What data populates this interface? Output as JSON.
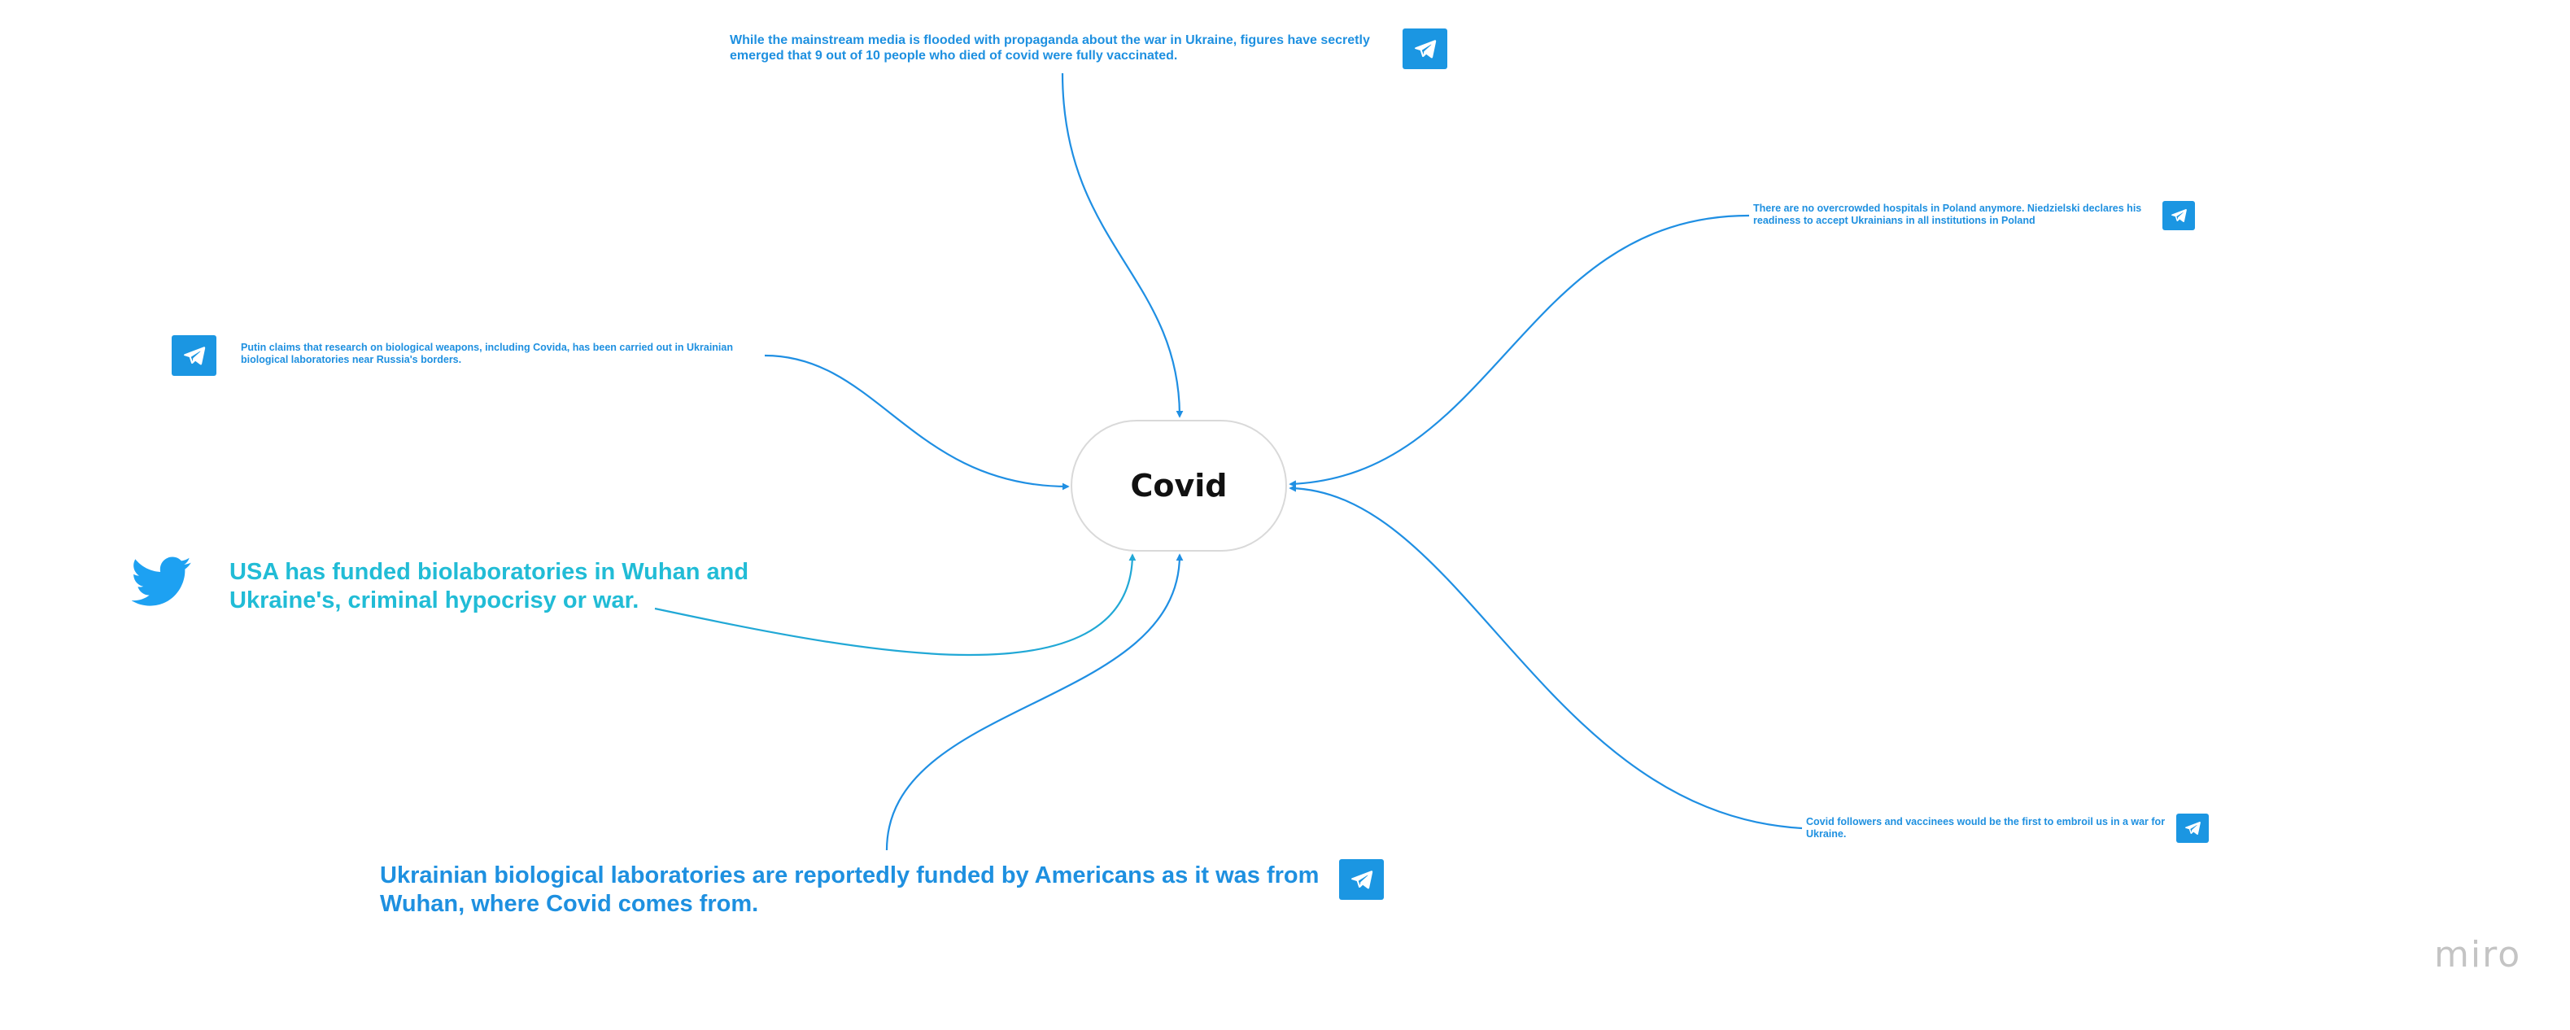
{
  "center": {
    "label": "Covid"
  },
  "notes": [
    {
      "id": "top",
      "source": "telegram",
      "text": "While the mainstream media is flooded with propaganda about the war in Ukraine, figures have secretly emerged that 9 out of 10 people who died of covid were fully vaccinated."
    },
    {
      "id": "right-top",
      "source": "telegram",
      "text": "There are no overcrowded hospitals in Poland anymore. Niedzielski declares his readiness to accept Ukrainians in all institutions in Poland"
    },
    {
      "id": "left",
      "source": "telegram",
      "text": "Putin claims that research on biological weapons, including Covida, has been carried out in Ukrainian biological laboratories near Russia's borders."
    },
    {
      "id": "twitter",
      "source": "twitter",
      "text": "USA has funded biolaboratories in Wuhan and Ukraine's, criminal hypocrisy or war."
    },
    {
      "id": "bottom",
      "source": "telegram",
      "text": "Ukrainian biological laboratories are reportedly funded by Americans as it was from Wuhan, where Covid comes from."
    },
    {
      "id": "right-bottom",
      "source": "telegram",
      "text": "Covid followers and vaccinees would be the first to embroil us in a war for Ukraine."
    }
  ],
  "brand": {
    "label": "miro"
  },
  "colors": {
    "telegram": "#1b96e2",
    "twitter": "#1da1f2",
    "note_text": "#1e90e0",
    "twitter_text": "#21bcd6",
    "connector": "#1f8fe3"
  }
}
